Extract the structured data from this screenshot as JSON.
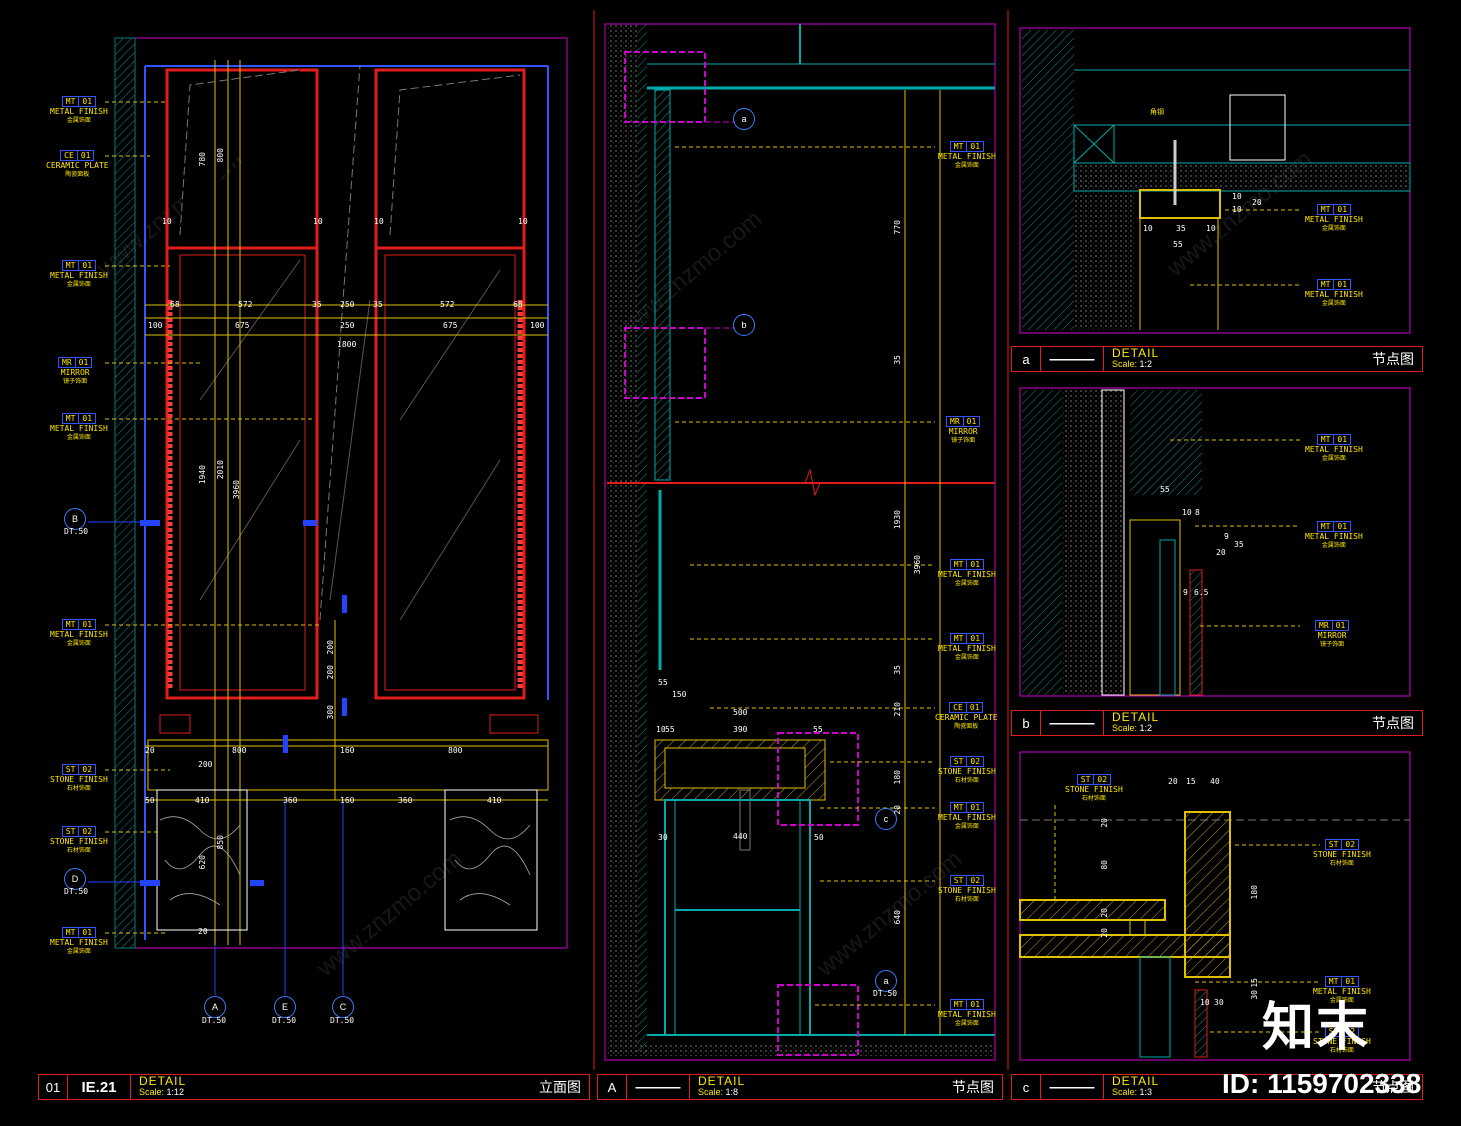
{
  "panels": {
    "main": {
      "id": "01",
      "code": "IE.21",
      "title": "DETAIL",
      "scale_label": "Scale:",
      "scale": "1:12",
      "type": "立面图"
    },
    "A": {
      "id": "A",
      "code": "———",
      "title": "DETAIL",
      "scale_label": "Scale:",
      "scale": "1:8",
      "type": "节点图"
    },
    "a": {
      "id": "a",
      "code": "———",
      "title": "DETAIL",
      "scale_label": "Scale:",
      "scale": "1:2",
      "type": "节点图"
    },
    "b": {
      "id": "b",
      "code": "———",
      "title": "DETAIL",
      "scale_label": "Scale:",
      "scale": "1:2",
      "type": "节点图"
    },
    "c": {
      "id": "c",
      "code": "———",
      "title": "DETAIL",
      "scale_label": "Scale:",
      "scale": "1:3",
      "type": "节点图"
    }
  },
  "tags": {
    "mt": {
      "code": "MT",
      "num": "01",
      "en": "METAL FINISH",
      "zh": "金属饰面"
    },
    "ce": {
      "code": "CE",
      "num": "01",
      "en": "CERAMIC PLATE",
      "zh": "陶瓷面板"
    },
    "mr": {
      "code": "MR",
      "num": "01",
      "en": "MIRROR",
      "zh": "镜子饰面"
    },
    "st": {
      "code": "ST",
      "num": "02",
      "en": "STONE FINISH",
      "zh": "石材饰面"
    }
  },
  "section_marks": {
    "B": {
      "letter": "B",
      "ref": "DT.50"
    },
    "D": {
      "letter": "D",
      "ref": "DT.50"
    },
    "A": {
      "letter": "A",
      "ref": "DT.50"
    },
    "E": {
      "letter": "E",
      "ref": "DT.50"
    },
    "C": {
      "letter": "C",
      "ref": "DT.50"
    }
  },
  "detail_bubbles": {
    "a": "a",
    "b": "b",
    "c": "c",
    "a_ref": "DT.50"
  },
  "dims_main": {
    "top": [
      "572",
      "35",
      "250",
      "35",
      "572",
      "68"
    ],
    "top_left": "68",
    "row2": [
      "100",
      "675",
      "250",
      "675",
      "100"
    ],
    "total": "1800",
    "v_left": [
      "780",
      "800",
      "1940",
      "2010",
      "3960"
    ],
    "v_mid": [
      "200",
      "200",
      "300"
    ],
    "counter": [
      "800",
      "160",
      "800"
    ],
    "base": [
      "410",
      "360",
      "160",
      "360",
      "410"
    ],
    "base_v": [
      "620",
      "850"
    ],
    "small": [
      "20",
      "50",
      "200",
      "10",
      "10",
      "10",
      "10",
      "20"
    ]
  },
  "dims_A": {
    "v": [
      "770",
      "35",
      "1930",
      "35",
      "210",
      "180",
      "20",
      "640",
      "3960"
    ],
    "h": [
      "55",
      "150",
      "500",
      "10",
      "55",
      "390",
      "55",
      "440",
      "30",
      "50",
      "30"
    ]
  },
  "dims_a": [
    "10",
    "35",
    "10",
    "55",
    "10",
    "10",
    "20"
  ],
  "dims_b": [
    "55",
    "10",
    "8",
    "20",
    "9",
    "35",
    "9",
    "6.5"
  ],
  "dims_c": [
    "20",
    "15",
    "40",
    "20",
    "80",
    "20",
    "20",
    "180",
    "15",
    "30",
    "10",
    "30"
  ],
  "label_a": "角钢",
  "watermark": "www.znzmo.com",
  "brand_cn": "知末",
  "brand_id": "ID: 1159702338"
}
